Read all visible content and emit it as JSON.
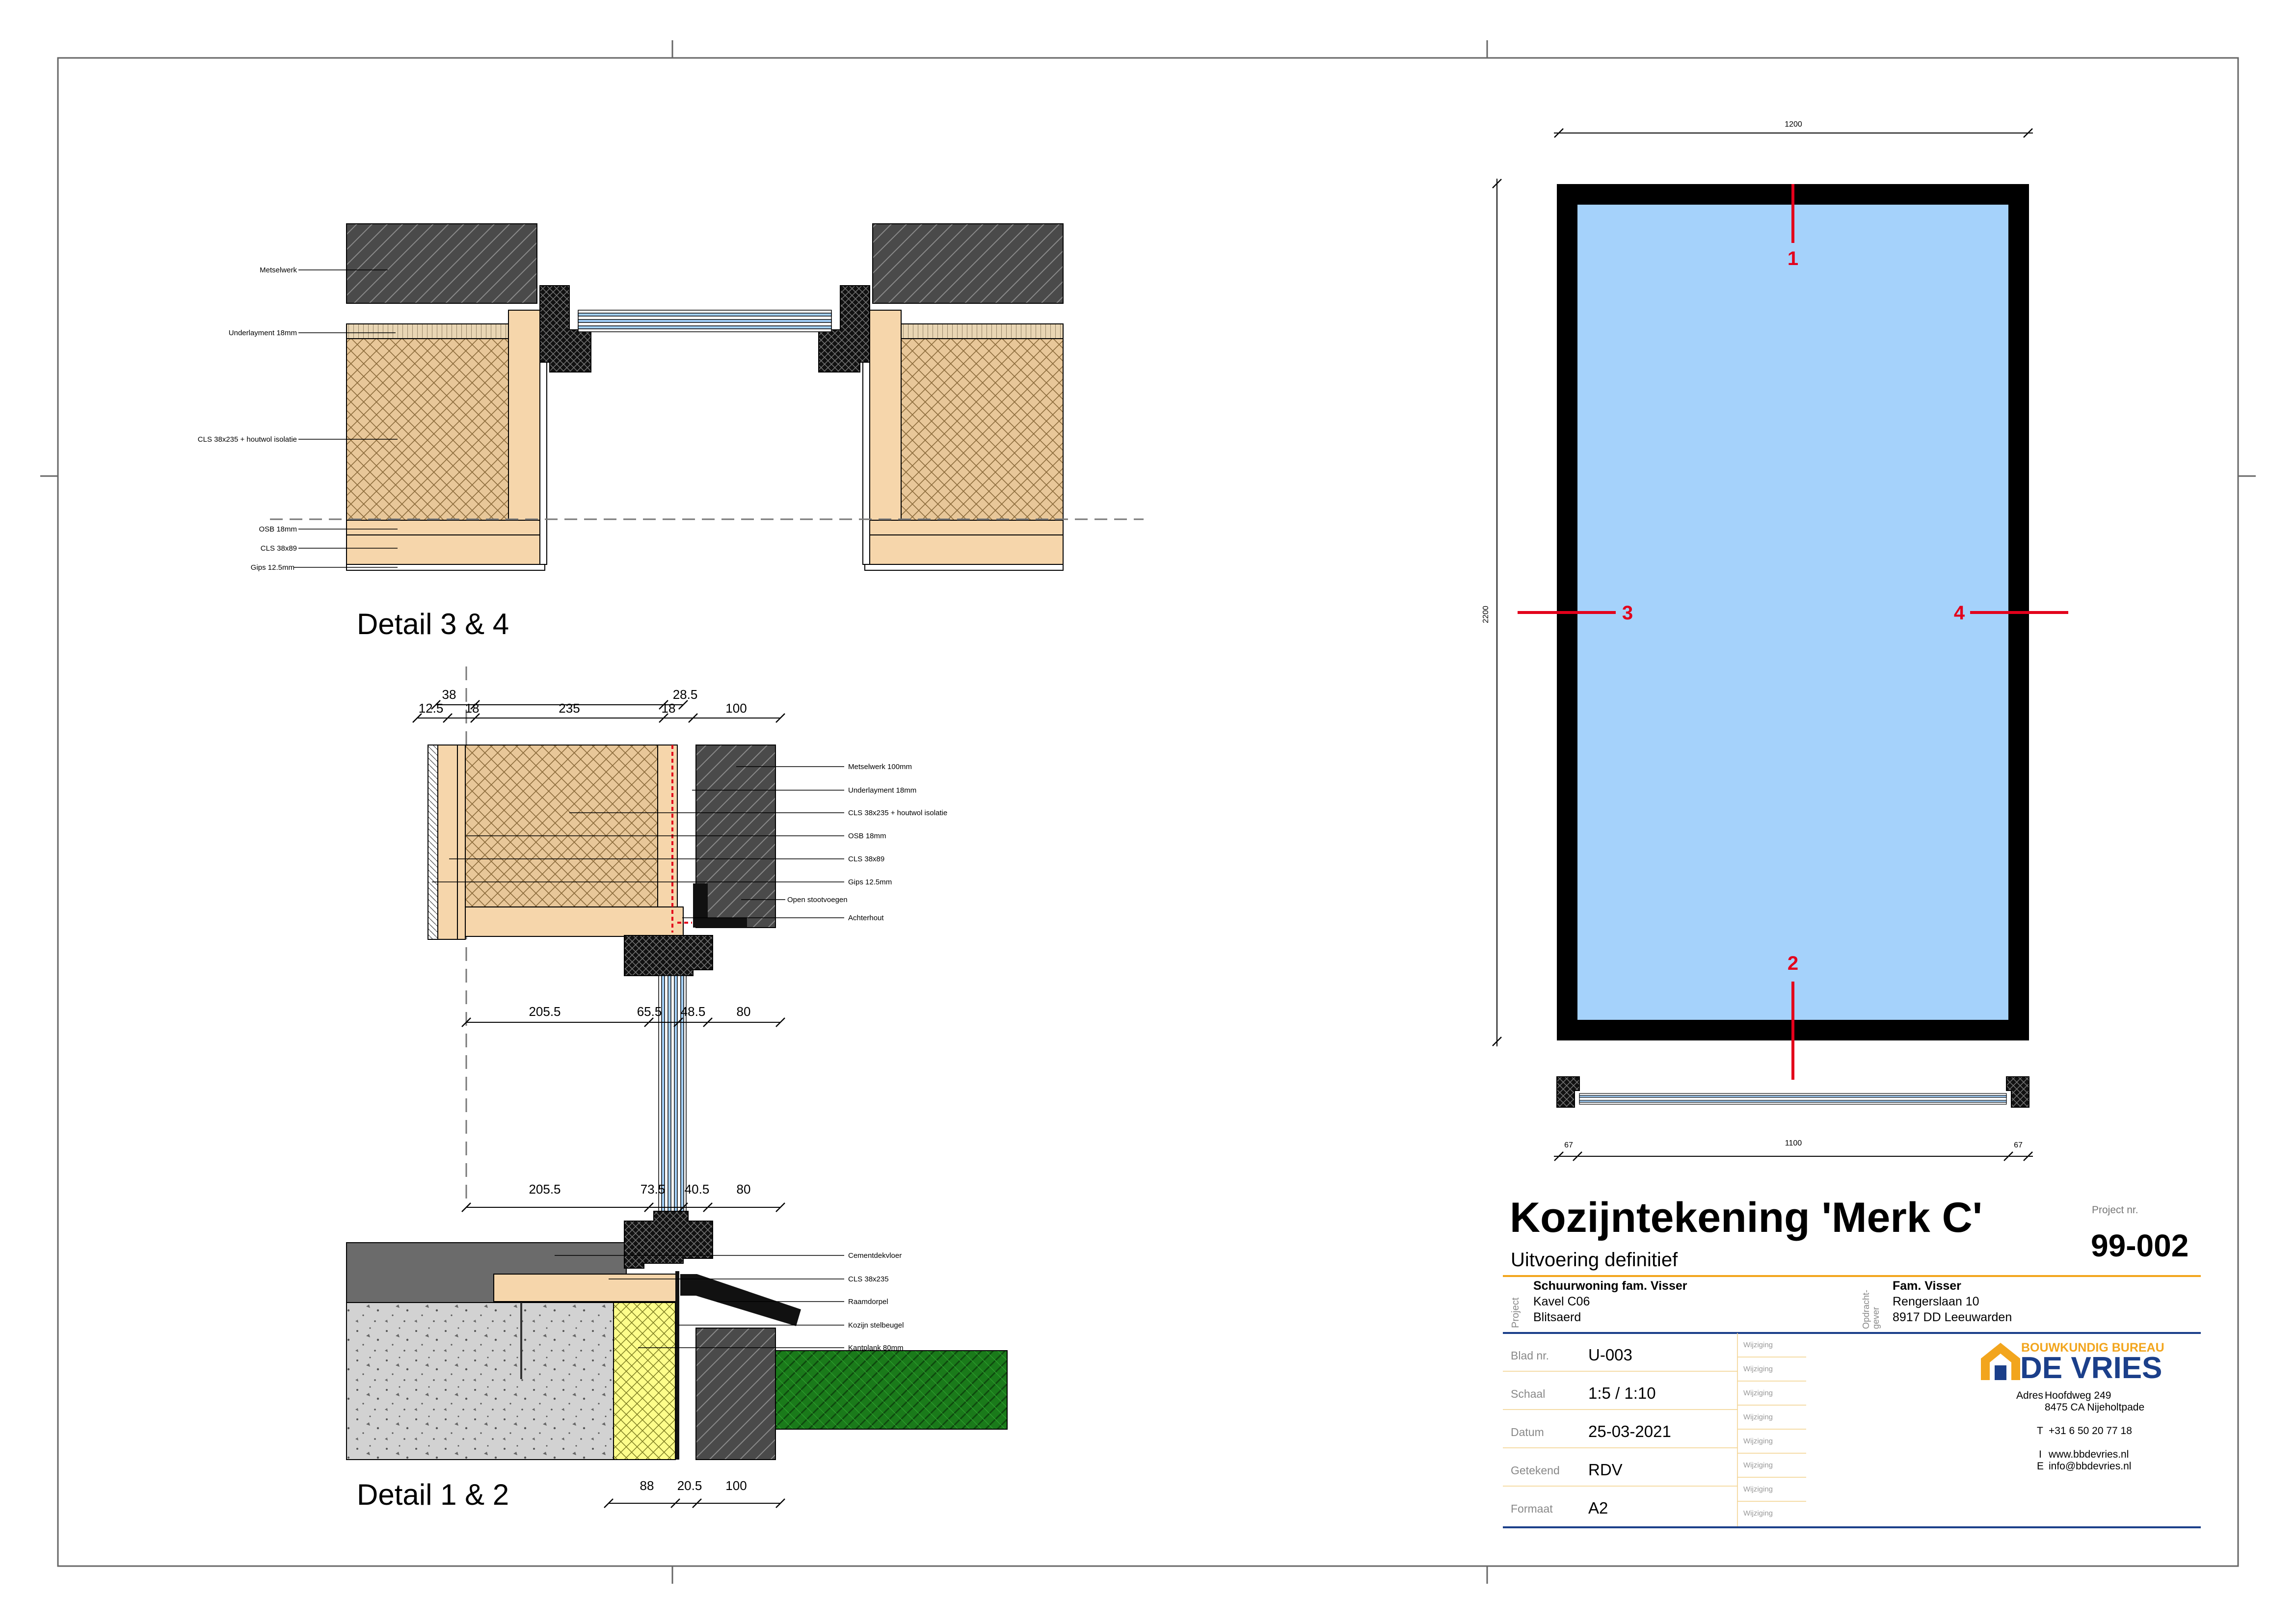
{
  "colors": {
    "glass_fill": "#a5d2fb",
    "section_red": "#e3001b",
    "timber": "#f6d6ab",
    "insulation": "#e8c799",
    "brick": "#4a4a4a",
    "concrete": "#d2d2d2",
    "grass": "#1a7a1a",
    "kantplank": "#fdfd8a",
    "title_rule": "#f2a51d",
    "logo_orange": "#f2a51d",
    "logo_navy": "#1b3f8a"
  },
  "detail34": {
    "title": "Detail 3 & 4",
    "labels": [
      "Metselwerk",
      "Underlayment 18mm",
      "CLS 38x235 + houtwol isolatie",
      "OSB 18mm",
      "CLS 38x89",
      "Gips 12.5mm"
    ]
  },
  "detail12": {
    "title": "Detail 1 & 2",
    "top_dims_row1": [
      "38",
      "28.5"
    ],
    "top_dims_row2": [
      "12.5",
      "18",
      "235",
      "18",
      "100"
    ],
    "wall_labels": [
      "Metselwerk 100mm",
      "Underlayment 18mm",
      "CLS 38x235 + houtwol isolatie",
      "OSB 18mm",
      "CLS 38x89",
      "Gips 12.5mm",
      "Open stootvoegen",
      "Achterhout"
    ],
    "mid_dims_upper": [
      "205.5",
      "65.5",
      "48.5",
      "80"
    ],
    "mid_dims_lower": [
      "205.5",
      "73.5",
      "40.5",
      "80"
    ],
    "floor_labels": [
      "Cementdekvloer",
      "CLS 38x235",
      "Raamdorpel",
      "Kozijn stelbeugel",
      "Kantplank 80mm"
    ],
    "bottom_dims": [
      "88",
      "20.5",
      "100"
    ]
  },
  "elevation": {
    "width_dim": "1200",
    "height_dim": "2200",
    "inner_dim": "1100",
    "side_dim_left": "67",
    "side_dim_right": "67",
    "section_marks": [
      "1",
      "2",
      "3",
      "4"
    ]
  },
  "titleblock": {
    "title": "Kozijntekening 'Merk C'",
    "subtitle": "Uitvoering definitief",
    "project_nr_label": "Project nr.",
    "project_nr": "99-002",
    "project_label": "Project",
    "project_lines": [
      "Schuurwoning fam. Visser",
      "Kavel C06",
      "Blitsaerd"
    ],
    "client_label": "Opdracht-\ngever",
    "client_lines": [
      "Fam. Visser",
      "Rengerslaan 10",
      "8917 DD Leeuwarden"
    ],
    "fields": [
      {
        "label": "Blad nr.",
        "value": "U-003"
      },
      {
        "label": "Schaal",
        "value": "1:5 / 1:10"
      },
      {
        "label": "Datum",
        "value": "25-03-2021"
      },
      {
        "label": "Getekend",
        "value": "RDV"
      },
      {
        "label": "Formaat",
        "value": "A2"
      }
    ],
    "revision_label": "Wijziging",
    "logo_top": "BOUWKUNDIG BUREAU",
    "logo_main": "DE VRIES",
    "address_label": "Adres",
    "address_lines": [
      "Hoofdweg 249",
      "8475 CA Nijeholtpade"
    ],
    "phone_label": "T",
    "phone": "+31 6 50 20 77 18",
    "web_label": "I",
    "web": "www.bbdevries.nl",
    "email_label": "E",
    "email": "info@bbdevries.nl"
  }
}
